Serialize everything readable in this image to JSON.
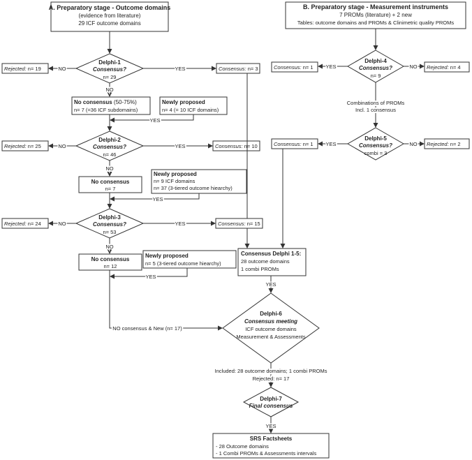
{
  "prep_a": {
    "title": "A. Preparatory stage - Outcome domains",
    "line1": "(evidence from literature)",
    "line2": "29 ICF outcome domains"
  },
  "prep_b": {
    "title": "B. Preparatory stage - Measurement instruments",
    "line1": "7 PROMs (literature) + 2 new",
    "line2": "Tables: outcome domains and PROMs & Clinimetric quality  PROMs"
  },
  "d1": {
    "name": "Delphi-1",
    "q": "Consensus?",
    "n": "n= 29"
  },
  "d2": {
    "name": "Delphi-2",
    "q": "Consensus?",
    "n": "n= 46"
  },
  "d3": {
    "name": "Delphi-3",
    "q": "Consensus?",
    "n": "n= 53"
  },
  "d4": {
    "name": "Delphi-4",
    "q": "Consensus?",
    "n": "n= 9"
  },
  "d5": {
    "name": "Delphi-5",
    "q": "Consensus?",
    "n": "combi = 3"
  },
  "d6": {
    "name": "Delphi-6",
    "q": "Consensus meeting",
    "l1": "ICF outcome domains",
    "l2": "Measurement & Assessments"
  },
  "d7": {
    "name": "Delphi-7",
    "q": "Final consensus"
  },
  "labels": {
    "yes": "YES",
    "no": "NO",
    "rejected": "Rejected:",
    "consensus": "Consensus:"
  },
  "rej": {
    "d1": "n= 19",
    "d2": "n= 25",
    "d3": "n= 24",
    "d4": "n= 4",
    "d5": "n= 2"
  },
  "cons": {
    "d1": "n= 3",
    "d2": "n= 10",
    "d3": "n= 15",
    "d4": "n= 1",
    "d5": "n= 1"
  },
  "nc1": {
    "title": "No consensus",
    "title_extra": " (50-75%)",
    "line": "n= 7 (=36 ICF subdomains)"
  },
  "np1": {
    "title": "Newly proposed",
    "line": "n= 4 (= 10 ICF domains)"
  },
  "nc2": {
    "title": "No consensus",
    "line": "n= 7"
  },
  "np2": {
    "title": "Newly proposed",
    "line1": "n= 9 ICF domains",
    "line2": "n= 37 (3-tiered outcome hiearchy)"
  },
  "nc3": {
    "title": "No consensus",
    "line": "n= 12"
  },
  "np3": {
    "title": "Newly proposed",
    "line": "n= 5 (3-tiered outcome hiearchy)"
  },
  "combi_note": {
    "l1": "Combinations of PROMs",
    "l2": "Incl. 1 consensus"
  },
  "cd15": {
    "title": "Consensus Delphi 1-5:",
    "l1": "28 outcome domains",
    "l2": "1 combi PROMs"
  },
  "no_new": "NO consensus & New (n= 17)",
  "included": "Included: 28 outcome domains; 1 combi PROMs",
  "rejected6": "Rejected: n= 17",
  "srs": {
    "title": "SRS Factsheets",
    "l1": "- 28 Outcome domains",
    "l2": "- 1 Combi PROMs & Assessments intervals"
  }
}
